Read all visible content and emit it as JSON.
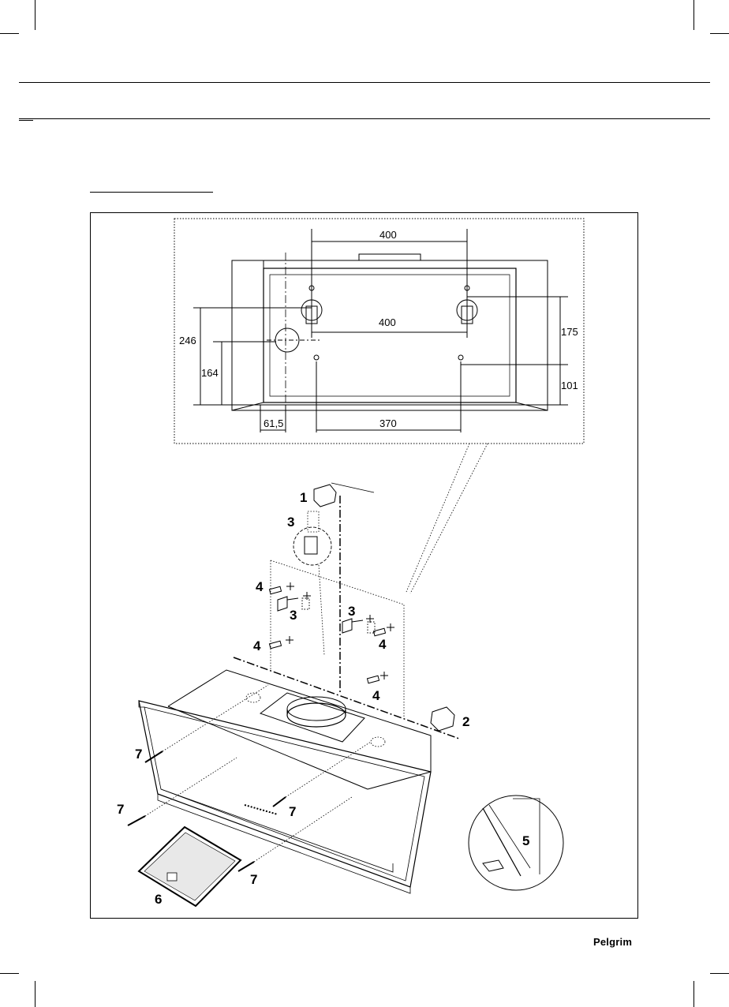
{
  "brand": {
    "name": "Pelgrim"
  },
  "dimensions": {
    "top_width": "400",
    "bracket_width": "400",
    "left_height": "246",
    "left_inner_height": "164",
    "left_offset": "61,5",
    "bottom_width": "370",
    "right_upper": "175",
    "right_lower": "101"
  },
  "callouts": {
    "c1": "1",
    "c2": "2",
    "c3a": "3",
    "c3b": "3",
    "c3c": "3",
    "c4a": "4",
    "c4b": "4",
    "c4c": "4",
    "c4d": "4",
    "c5": "5",
    "c6": "6",
    "c7a": "7",
    "c7b": "7",
    "c7c": "7",
    "c7d": "7"
  }
}
